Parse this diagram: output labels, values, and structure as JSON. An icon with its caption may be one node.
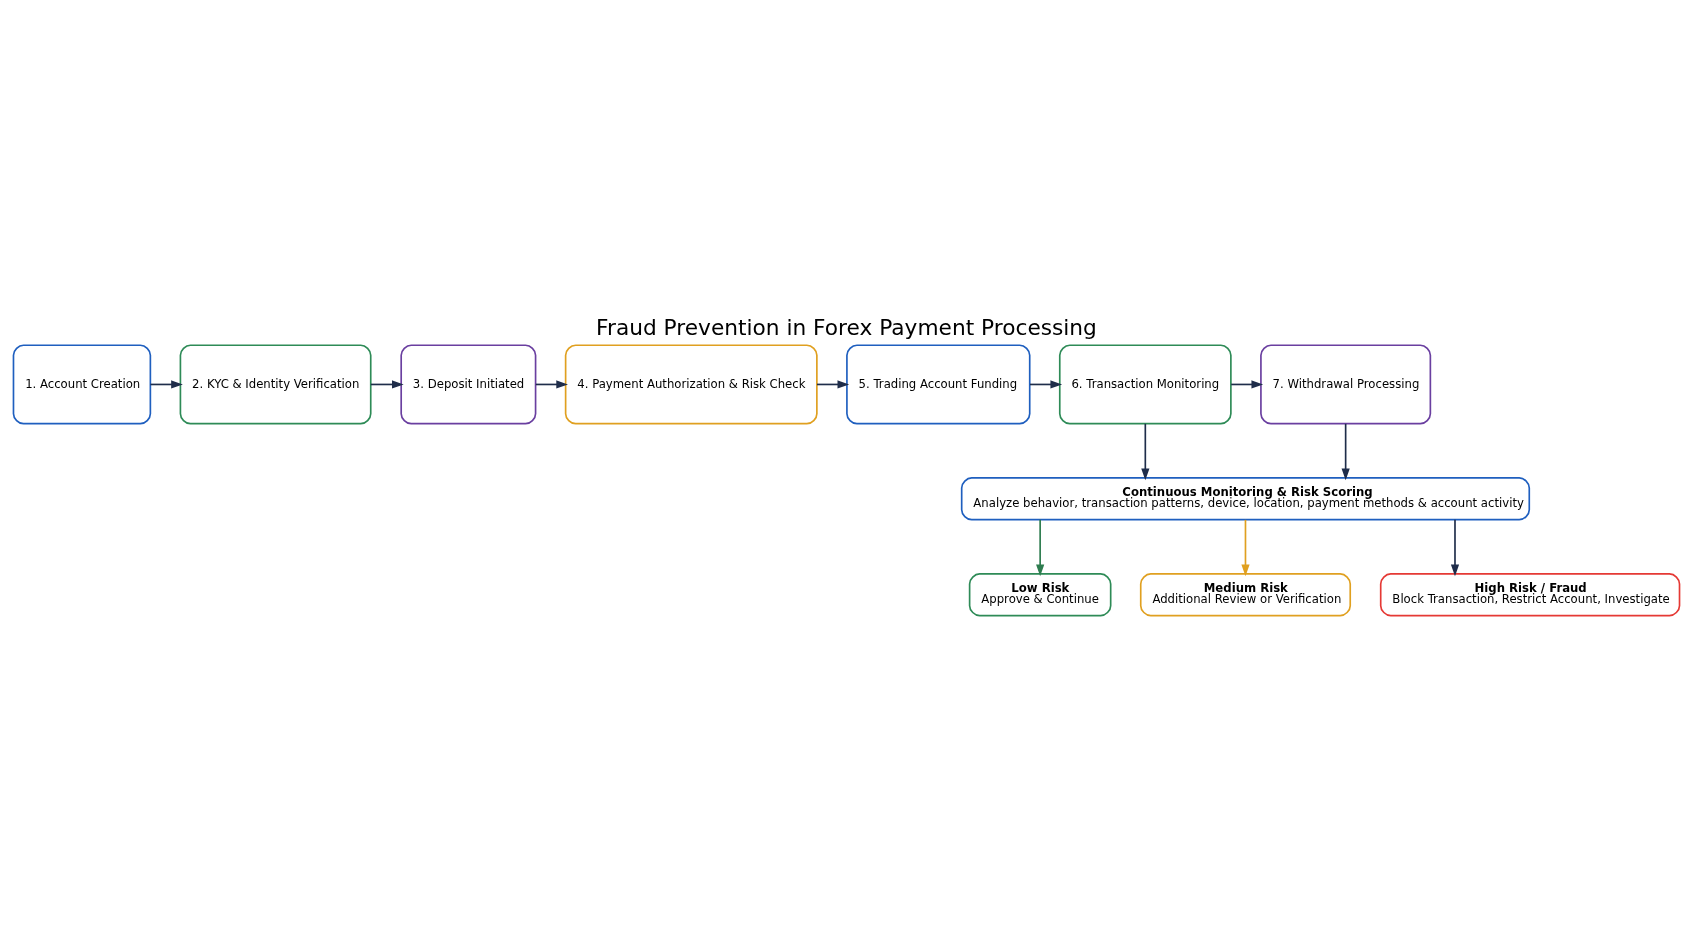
{
  "diagram": {
    "title": "Fraud Prevention in Forex Payment Processing",
    "nodes": [
      {
        "text": [
          "1. Account Creation"
        ]
      },
      {
        "text": [
          "2. KYC & Identity Verification"
        ]
      },
      {
        "text": [
          "3. Deposit Initiated"
        ]
      },
      {
        "text": [
          "4. Payment Authorization & Risk Check"
        ]
      },
      {
        "text": [
          "5. Trading Account Funding"
        ]
      },
      {
        "text": [
          "6. Transaction Monitoring"
        ]
      },
      {
        "text": [
          "7. Withdrawal Processing"
        ]
      },
      {
        "text": [
          "Continuous Monitoring & Risk Scoring",
          "Analyze behavior, transaction patterns, device, location, payment methods & account activity"
        ]
      },
      {
        "text": [
          "Low Risk",
          "Approve & Continue"
        ]
      },
      {
        "text": [
          "Medium Risk",
          "Additional Review or Verification"
        ]
      },
      {
        "text": [
          "High Risk / Fraud",
          "Block Transaction, Restrict Account, Investigate"
        ]
      }
    ],
    "edges": [
      {
        "from": 0,
        "to": 1,
        "arrow": "to"
      },
      {
        "from": 1,
        "to": 2,
        "arrow": "to"
      },
      {
        "from": 2,
        "to": 3,
        "arrow": "to"
      },
      {
        "from": 3,
        "to": 4,
        "arrow": "to"
      },
      {
        "from": 4,
        "to": 5,
        "arrow": "to"
      },
      {
        "from": 5,
        "to": 6,
        "arrow": "to"
      },
      {
        "from": 5,
        "to": 7,
        "arrow": "to"
      },
      {
        "from": 6,
        "to": 7,
        "arrow": "to"
      },
      {
        "from": 7,
        "to": 8,
        "arrow": "to",
        "color": "#2e7d4f"
      },
      {
        "from": 7,
        "to": 9,
        "arrow": "to",
        "color": "#e0a020"
      },
      {
        "from": 7,
        "to": 10,
        "arrow": "to"
      }
    ]
  }
}
